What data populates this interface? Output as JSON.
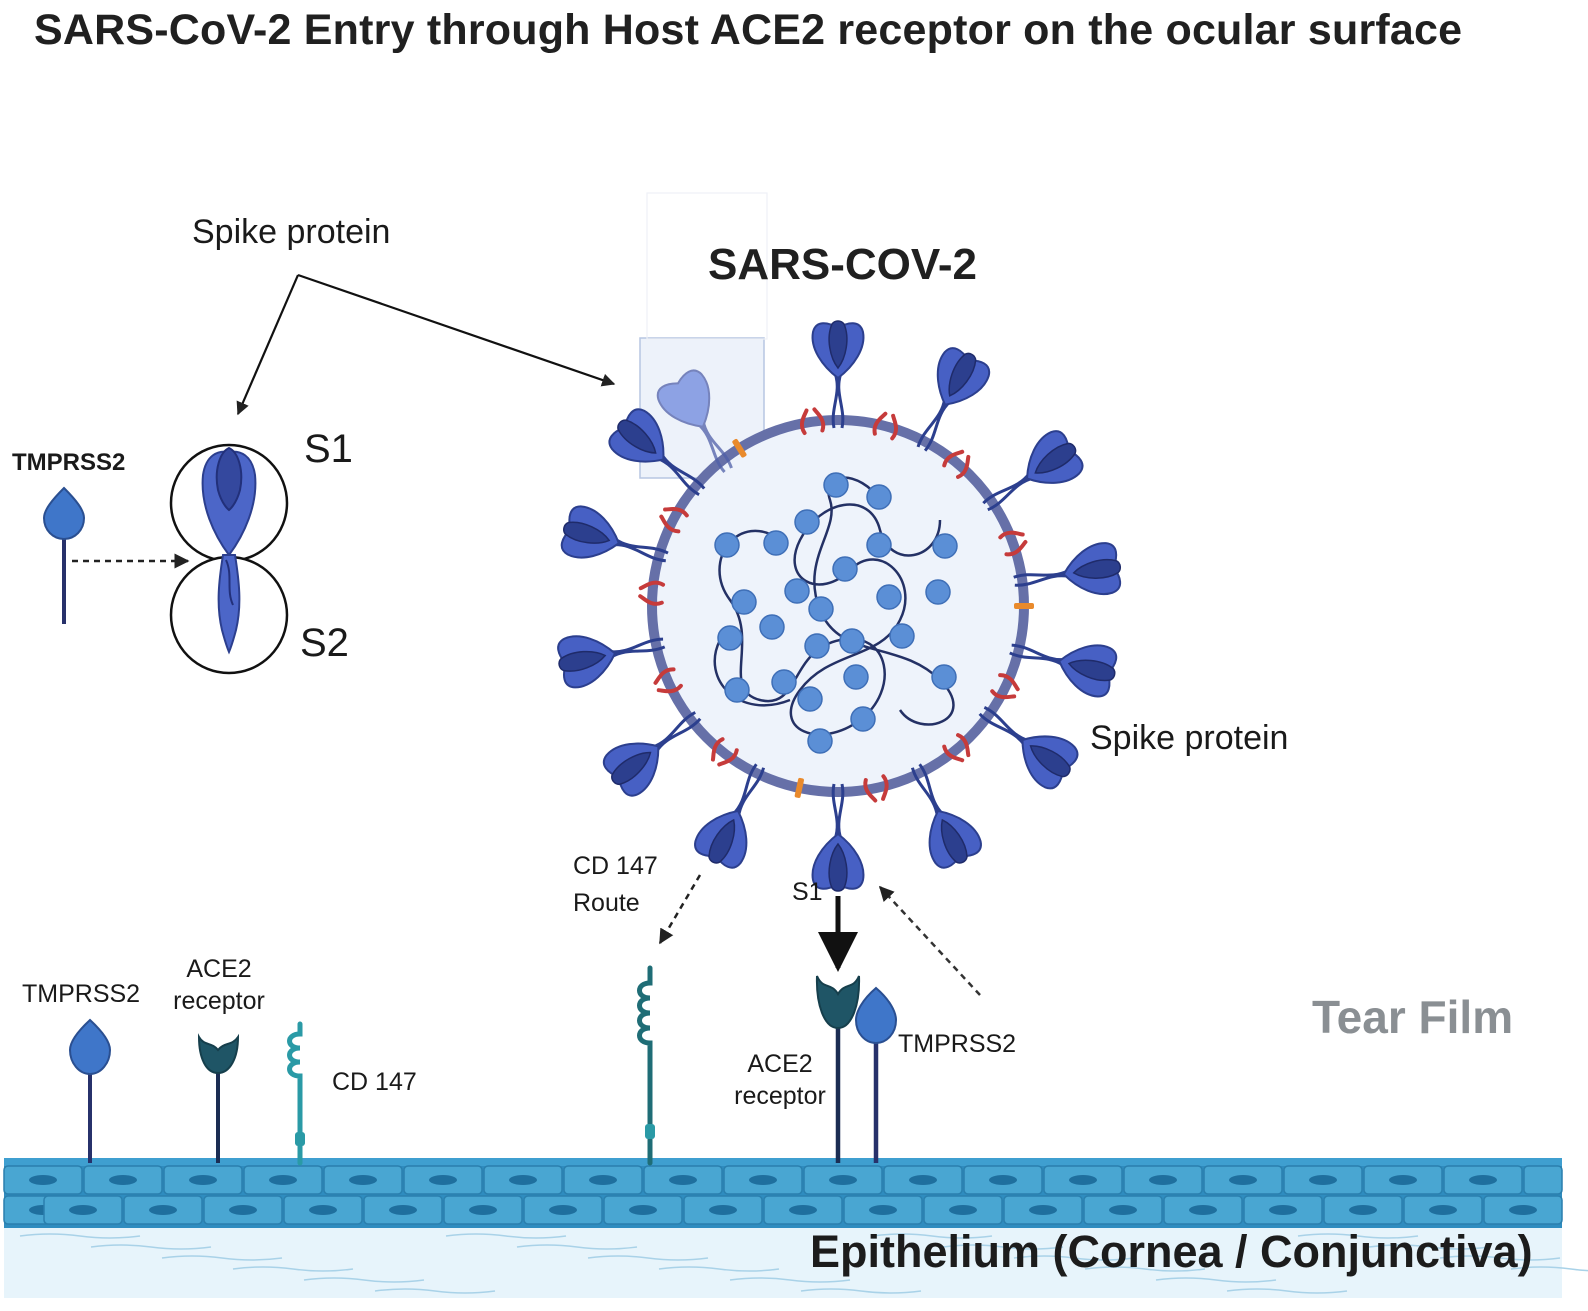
{
  "title": "SARS-CoV-2 Entry through Host ACE2 receptor on the ocular surface",
  "labels": {
    "virus": "SARS-COV-2",
    "spike_top": "Spike protein",
    "spike_right": "Spike protein",
    "s1": "S1",
    "s2": "S2",
    "tmprss2_left": "TMPRSS2",
    "tmprss2_membrane": "TMPRSS2",
    "ace2_membrane_line1": "ACE2",
    "ace2_membrane_line2": "receptor",
    "cd147_membrane": "CD 147",
    "cd147_route_line1": "CD 147",
    "cd147_route_line2": "Route",
    "s1_small": "S1",
    "ace2_right_line1": "ACE2",
    "ace2_right_line2": "receptor",
    "tmprss2_right": "TMPRSS2",
    "tear_film": "Tear Film",
    "epithelium": "Epithelium (Cornea / Conjunctiva)"
  },
  "colors": {
    "spike_dark": "#2c3f8e",
    "spike_mid": "#4760c4",
    "spike_light": "#6e88dd",
    "envelope": "#6670a8",
    "virus_interior": "#eef3fb",
    "rna_node": "#5b8fd6",
    "rna_strand": "#243165",
    "membrane_protein_red": "#c63b3b",
    "membrane_protein_orange": "#e98a2c",
    "ace2": "#1f5566",
    "tmprss2": "#3f76c9",
    "cd147": "#2a9aa6",
    "epithelium_cell": "#49a6d2",
    "tissue": "#e6f3fa"
  }
}
